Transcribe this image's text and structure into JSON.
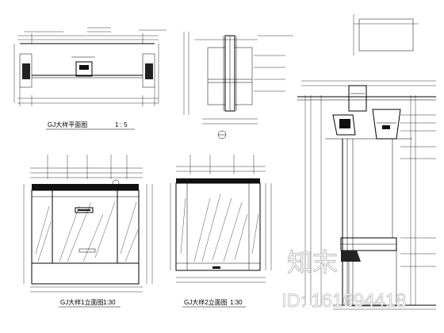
{
  "sheet": {
    "captions": {
      "plan": "GJ大样平面图",
      "plan_scale": "1 : 5",
      "elevation_1": "GJ大样1立面图",
      "elevation_1_scale": "1:30",
      "elevation_2": "GJ大样2立面图",
      "elevation_2_scale": "1:30"
    }
  },
  "watermark": {
    "logo": "知末",
    "id_text": "ID: 161694418"
  }
}
